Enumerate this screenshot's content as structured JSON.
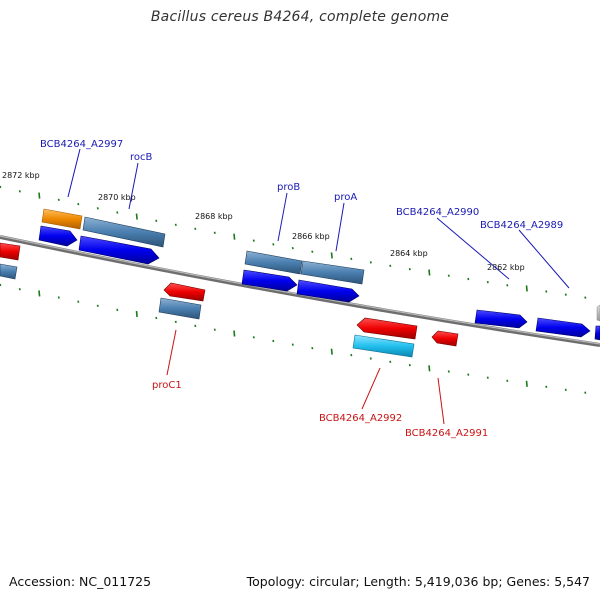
{
  "title": "Bacillus cereus B4264, complete genome",
  "footer": {
    "accession": "Accession: NC_011725",
    "summary": "Topology: circular; Length: 5,419,036 bp; Genes: 5,547"
  },
  "ticks": [
    "2872 kbp",
    "2870 kbp",
    "2868 kbp",
    "2866 kbp",
    "2864 kbp",
    "2862 kbp"
  ],
  "labels": {
    "forward": [
      "BCB4264_A2997",
      "rocB",
      "proB",
      "proA",
      "BCB4264_A2990",
      "BCB4264_A2989"
    ],
    "reverse": [
      "proC1",
      "BCB4264_A2992",
      "BCB4264_A2991"
    ]
  },
  "colors": {
    "backbone": "#8a8a8a",
    "forward_gene": "#0000ee",
    "reverse_gene": "#ee0000",
    "cds_feature": "#4a7fb0",
    "other_feature": "#ee8800",
    "cyan_feature": "#22c0ee",
    "tick": "#1a7a1a",
    "forward_label": "#1a1ab4",
    "reverse_label": "#c81414"
  }
}
